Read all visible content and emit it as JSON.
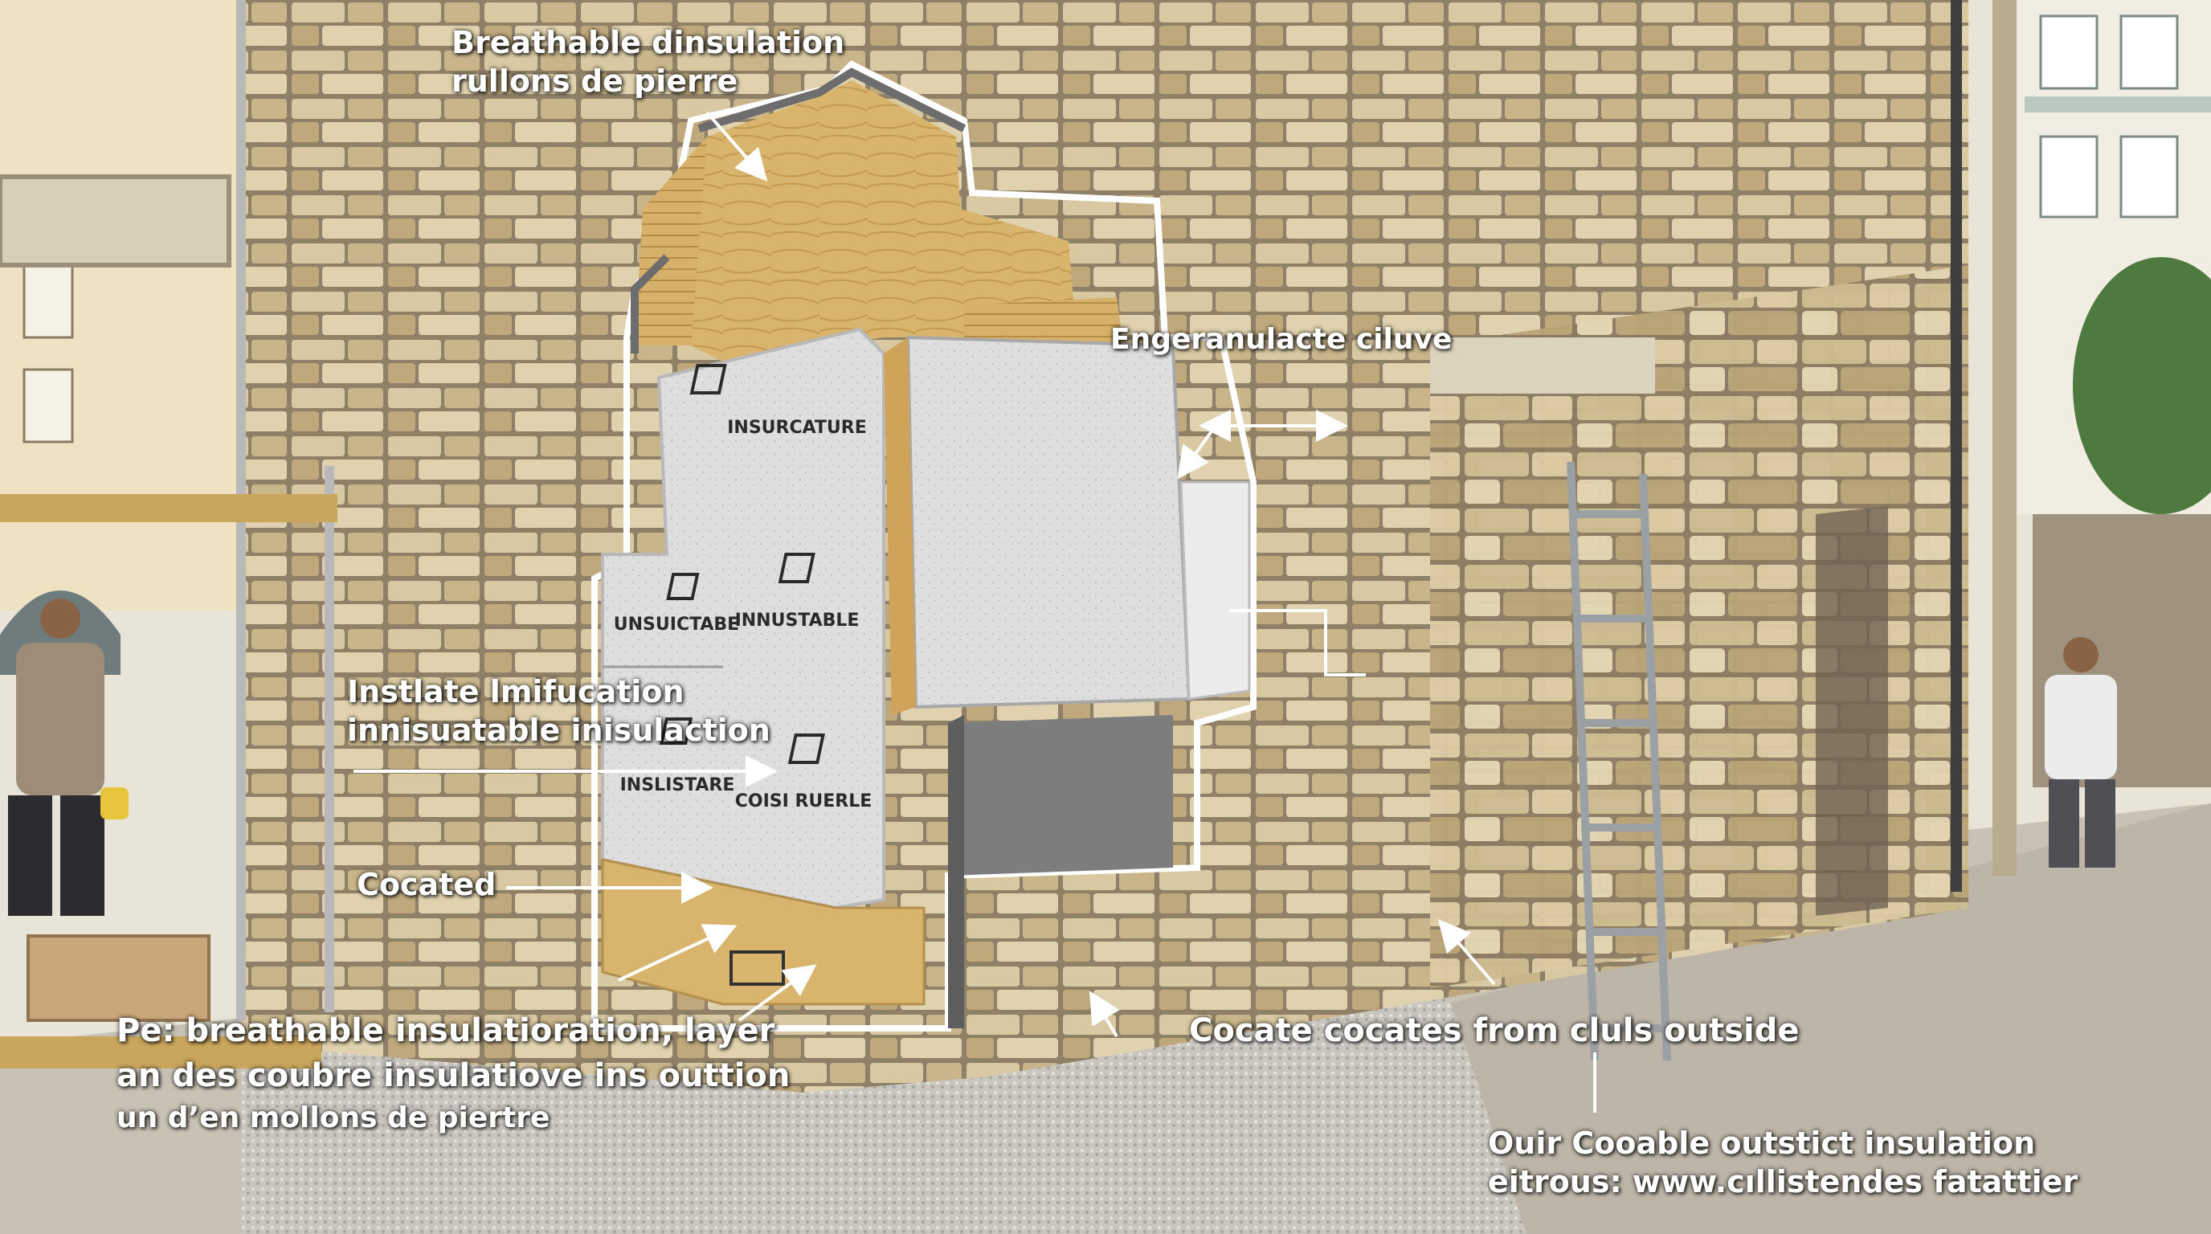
{
  "labels": {
    "top_insulation": [
      "Breathable dinsulation",
      "rullons de pierre"
    ],
    "right_top": "Engeranulacte ciluve",
    "mid_left": [
      "Instlate lmifucation",
      "innisuatable inisulaction"
    ],
    "cocated": "Cocated",
    "bottom_left": [
      "Pe: breathable insulatioration, layer",
      "an des coubre insulatiove ins outtion",
      "un d’en mollons de piertre"
    ],
    "bottom_right": "Cocate cocates from cluls outside",
    "footer_right": [
      "Ouir Cooable outstict insulation",
      "eitrous: www.cıllistendes fatattier"
    ]
  },
  "panel_labels": [
    "INSURCATURE",
    "UNSUICTABE",
    "INNUSTABLE",
    "INSLISTARE",
    "COISI RUERLE"
  ],
  "colors": {
    "stone_light": "#d9c9a3",
    "stone_dark": "#a8936a",
    "mortar": "#8f8168",
    "insulation_grey": "#d9d9d6",
    "wood": "#d8b46a",
    "label_text": "#ffffff",
    "arrow": "#ffffff"
  }
}
